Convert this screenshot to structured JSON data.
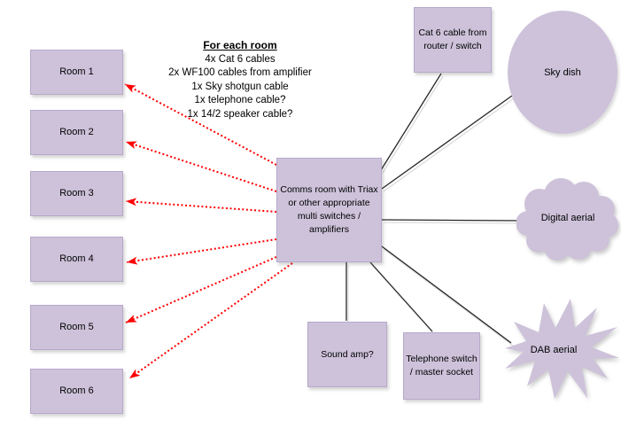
{
  "notes": {
    "heading": "For each room",
    "items": [
      "4x Cat 6 cables",
      "2x WF100 cables from amplifier",
      "1x Sky shotgun cable",
      "1x telephone cable?",
      "1x 14/2 speaker cable?"
    ]
  },
  "rooms": [
    {
      "label": "Room 1"
    },
    {
      "label": "Room 2"
    },
    {
      "label": "Room 3"
    },
    {
      "label": "Room 4"
    },
    {
      "label": "Room 5"
    },
    {
      "label": "Room 6"
    }
  ],
  "comms_room": {
    "label": "Comms room with Triax or other appropriate multi switches / amplifiers"
  },
  "nodes": {
    "cat6": {
      "label": "Cat 6 cable from router / switch",
      "shape": "rectangle"
    },
    "sky_dish": {
      "label": "Sky dish",
      "shape": "ellipse"
    },
    "digital_aerial": {
      "label": "Digital aerial",
      "shape": "cloud"
    },
    "dab_aerial": {
      "label": "DAB aerial",
      "shape": "starburst"
    },
    "sound_amp": {
      "label": "Sound amp?",
      "shape": "rectangle"
    },
    "telephone": {
      "label": "Telephone switch / master socket",
      "shape": "rectangle"
    }
  },
  "connections": {
    "red_dotted_arrows_from_comms_room_to": [
      "Room 1",
      "Room 2",
      "Room 3",
      "Room 4",
      "Room 5",
      "Room 6"
    ],
    "black_lines_from_comms_room_to": [
      "Cat 6 cable from router / switch",
      "Sky dish",
      "Digital aerial",
      "DAB aerial",
      "Telephone switch / master socket",
      "Sound amp?"
    ]
  },
  "colors": {
    "shape_fill": "#cdc2da",
    "shape_border": "#b7a9c9",
    "arrow_red": "#ff0000",
    "line_black": "#262626",
    "background": "#ffffff"
  }
}
